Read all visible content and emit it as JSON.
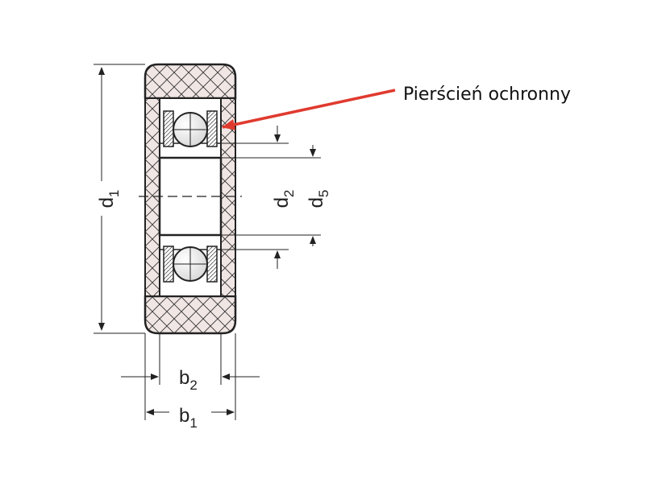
{
  "callout": {
    "text": "Pierścień ochronny",
    "arrow_color": "#e03a2f"
  },
  "dimensions": {
    "d1": {
      "main": "d",
      "sub": "1"
    },
    "d2": {
      "main": "d",
      "sub": "2"
    },
    "d5": {
      "main": "d",
      "sub": "5"
    },
    "b2": {
      "main": "b",
      "sub": "2"
    },
    "b1": {
      "main": "b",
      "sub": "1"
    }
  },
  "colors": {
    "line": "#222222",
    "tire_fill": "#f0e6e4"
  }
}
